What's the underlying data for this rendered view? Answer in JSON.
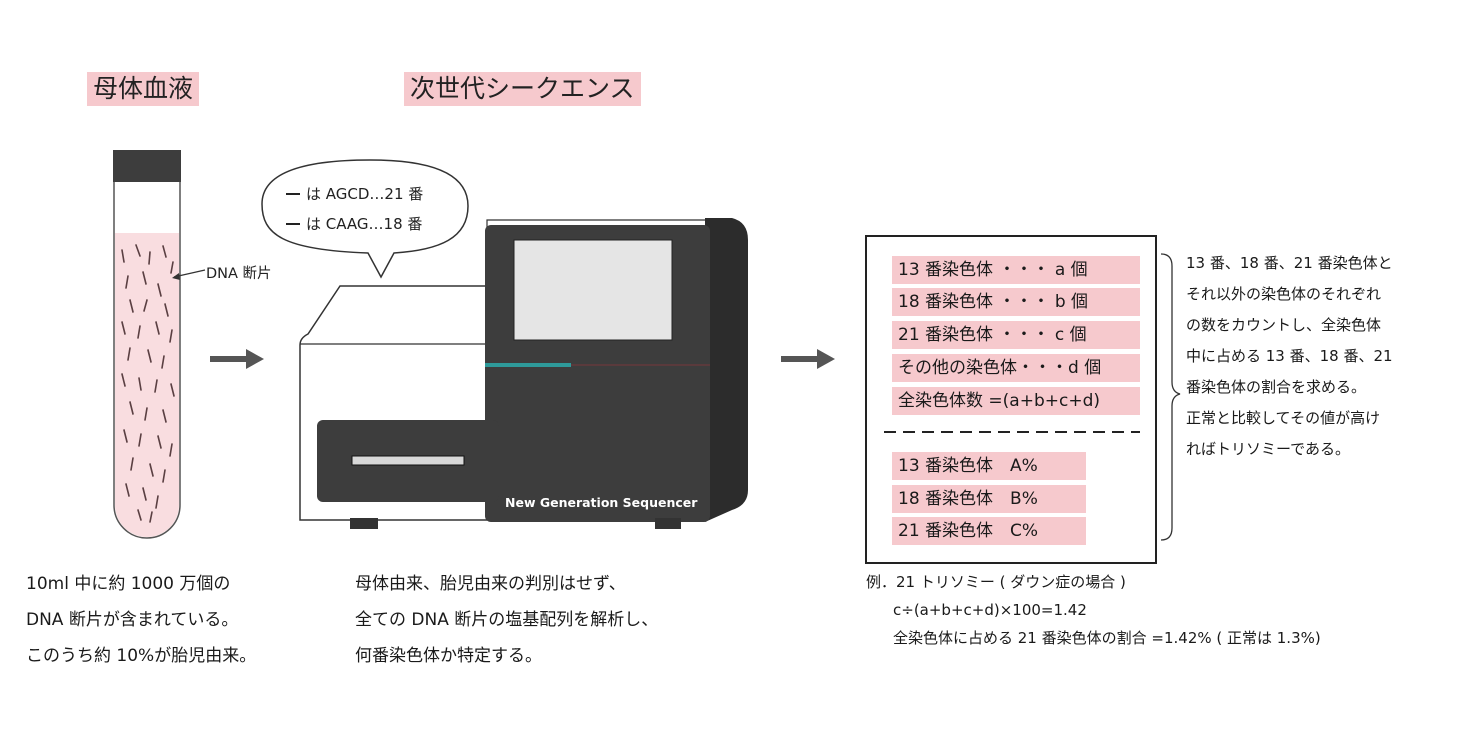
{
  "sections": {
    "blood_title": "母体血液",
    "seq_title": "次世代シークエンス"
  },
  "tube": {
    "fragment_label": "DNA 断片"
  },
  "bubble": {
    "line1": "は AGCD…21 番",
    "line2": "は CAAG…18 番"
  },
  "sequencer": {
    "label": "New Generation Sequencer"
  },
  "captions": {
    "blood": [
      "10ml 中に約 1000 万個の",
      "DNA 断片が含まれている。",
      "このうち約 10%が胎児由来。"
    ],
    "seq": [
      "母体由来、胎児由来の判別はせず、",
      "全ての DNA 断片の塩基配列を解析し、",
      "何番染色体か特定する。"
    ]
  },
  "counts": [
    "13 番染色体 ・・・ a 個",
    "18 番染色体 ・・・ b 個",
    "21 番染色体 ・・・ c 個",
    "その他の染色体・・・d 個",
    "全染色体数 =(a+b+c+d)"
  ],
  "percents": [
    "13 番染色体　A%",
    "18 番染色体　B%",
    "21 番染色体　C%"
  ],
  "note_lines": [
    "13 番、18 番、21 番染色体と",
    "それ以外の染色体のそれぞれ",
    "の数をカウントし、全染色体",
    "中に占める 13 番、18 番、21",
    "番染色体の割合を求める。",
    "正常と比較してその値が高け",
    "ればトリソミーである。"
  ],
  "example": {
    "title": "例．21 トリソミー ( ダウン症の場合 )",
    "formula": "c÷(a+b+c+d)×100=1.42",
    "result": "全染色体に占める 21 番染色体の割合 =1.42% ( 正常は 1.3%)"
  },
  "colors": {
    "highlight": "#f6c9cd",
    "tube_fill": "#f9dde0",
    "device_dark": "#3d3d3d",
    "accent_teal": "#2e9a9a"
  }
}
